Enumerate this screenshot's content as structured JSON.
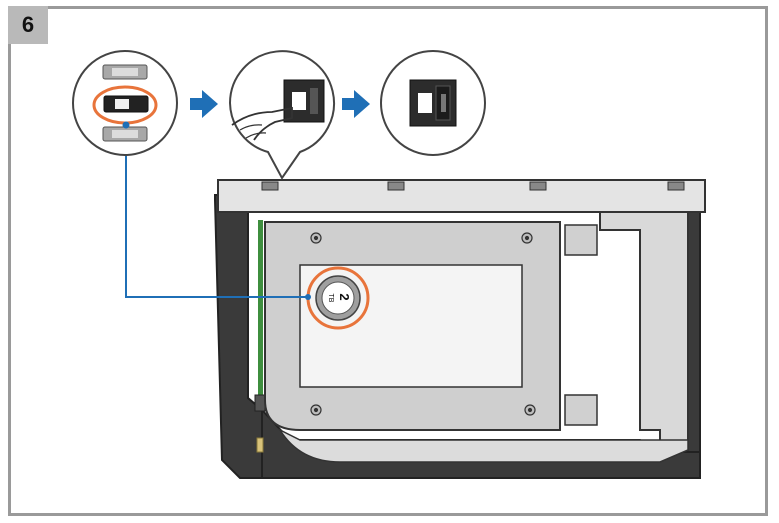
{
  "step": {
    "number": "6"
  },
  "disk_label": {
    "value": "2",
    "unit": "TB"
  },
  "colors": {
    "frame_border": "#9a9a9a",
    "step_badge_bg": "#b9b9b9",
    "arrow_blue": "#1f6fb6",
    "callout_line": "#1f6fb6",
    "highlight_orange": "#e8743b",
    "tray_dark": "#3a3a3a",
    "tray_light": "#e4e4e4",
    "disk_panel": "#f4f4f4"
  },
  "icons": {
    "step_arrow_1": "right-arrow-icon",
    "step_arrow_2": "right-arrow-icon",
    "callout_1": "drive-label-closeup",
    "callout_2": "hand-pressing-latch",
    "callout_3": "latch-locked"
  }
}
